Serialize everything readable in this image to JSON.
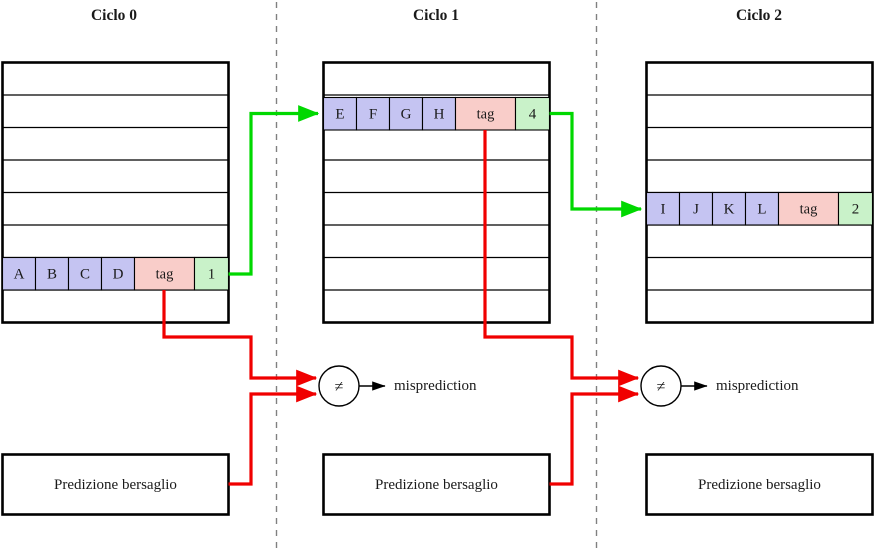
{
  "diagram": {
    "title_prefix": "Ciclo",
    "colors": {
      "instruction_cell": "#c5c4f2",
      "tag_cell": "#f9cdc9",
      "target_cell": "#c9f2c9",
      "fetch_wire": "#00d800",
      "mispredict_wire": "#f00000",
      "divider": "#808080",
      "outline": "#000000"
    },
    "cycles": [
      {
        "id": "cycle-0",
        "title": "Ciclo 0",
        "rows": 8,
        "highlight_row_index": 6,
        "entry": {
          "instructions": [
            "A",
            "B",
            "C",
            "D"
          ],
          "tag_label": "tag",
          "target_label": "1"
        },
        "predictor": {
          "label": "Predizione bersaglio"
        }
      },
      {
        "id": "cycle-1",
        "title": "Ciclo 1",
        "rows": 8,
        "highlight_row_index": 1,
        "entry": {
          "instructions": [
            "E",
            "F",
            "G",
            "H"
          ],
          "tag_label": "tag",
          "target_label": "4"
        },
        "predictor": {
          "label": "Predizione bersaglio"
        }
      },
      {
        "id": "cycle-2",
        "title": "Ciclo 2",
        "rows": 8,
        "highlight_row_index": 4,
        "entry": {
          "instructions": [
            "I",
            "J",
            "K",
            "L"
          ],
          "tag_label": "tag",
          "target_label": "2"
        },
        "predictor": {
          "label": "Predizione bersaglio"
        }
      }
    ],
    "comparators": [
      {
        "id": "comparator-0",
        "symbol": "≠",
        "output_label": "misprediction"
      },
      {
        "id": "comparator-1",
        "symbol": "≠",
        "output_label": "misprediction"
      }
    ]
  }
}
